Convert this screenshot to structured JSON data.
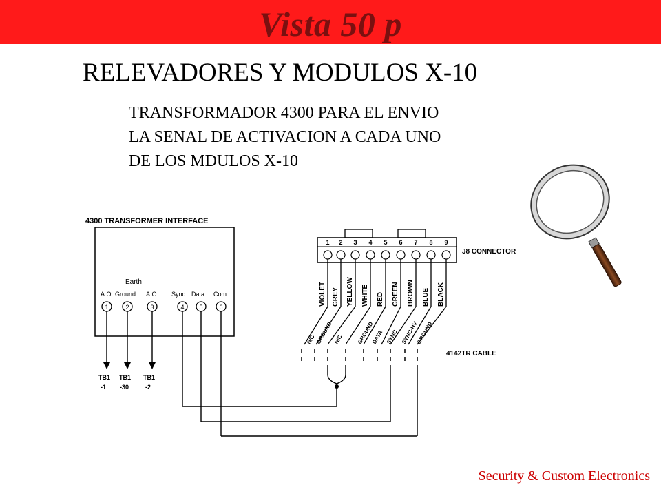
{
  "header": {
    "title": "Vista 50 p",
    "bar_color": "#ff1a1a",
    "title_color": "#7a1010"
  },
  "subtitle": "RELEVADORES Y MODULOS X-10",
  "description": {
    "lines": [
      "TRANSFORMADOR  4300 PARA EL ENVIO",
      "LA SENAL DE ACTIVACION A CADA UNO",
      "DE LOS MDULOS X-10"
    ]
  },
  "diagram": {
    "interface_title": "4300 TRANSFORMER INTERFACE",
    "earth_label": "Earth",
    "terminal_labels": [
      "A.O",
      "Ground",
      "A.O",
      "Sync",
      "Data",
      "Com"
    ],
    "terminal_numbers": [
      "1",
      "2",
      "3",
      "4",
      "5",
      "6"
    ],
    "tb_labels": [
      "TB1",
      "TB1",
      "TB1"
    ],
    "tb_values": [
      "-1",
      "-30",
      "-2"
    ],
    "connector_label": "J8 CONNECTOR",
    "connector_pins": [
      "1",
      "2",
      "3",
      "4",
      "5",
      "6",
      "7",
      "8",
      "9"
    ],
    "wire_colors": [
      "VIOLET",
      "GREY",
      "YELLOW",
      "WHITE",
      "RED",
      "GREEN",
      "BROWN",
      "BLUE",
      "BLACK"
    ],
    "wire_notes": [
      "N/C",
      "GROUND",
      "N/C",
      "GROUND",
      "DATA",
      "SYNC",
      "SYNC-HV",
      "GROUND"
    ],
    "cable_label": "4142TR CABLE"
  },
  "magnifier_icon": "magnifying-glass-icon",
  "footer": {
    "text": "Security & Custom Electronics",
    "color": "#cc0000"
  }
}
